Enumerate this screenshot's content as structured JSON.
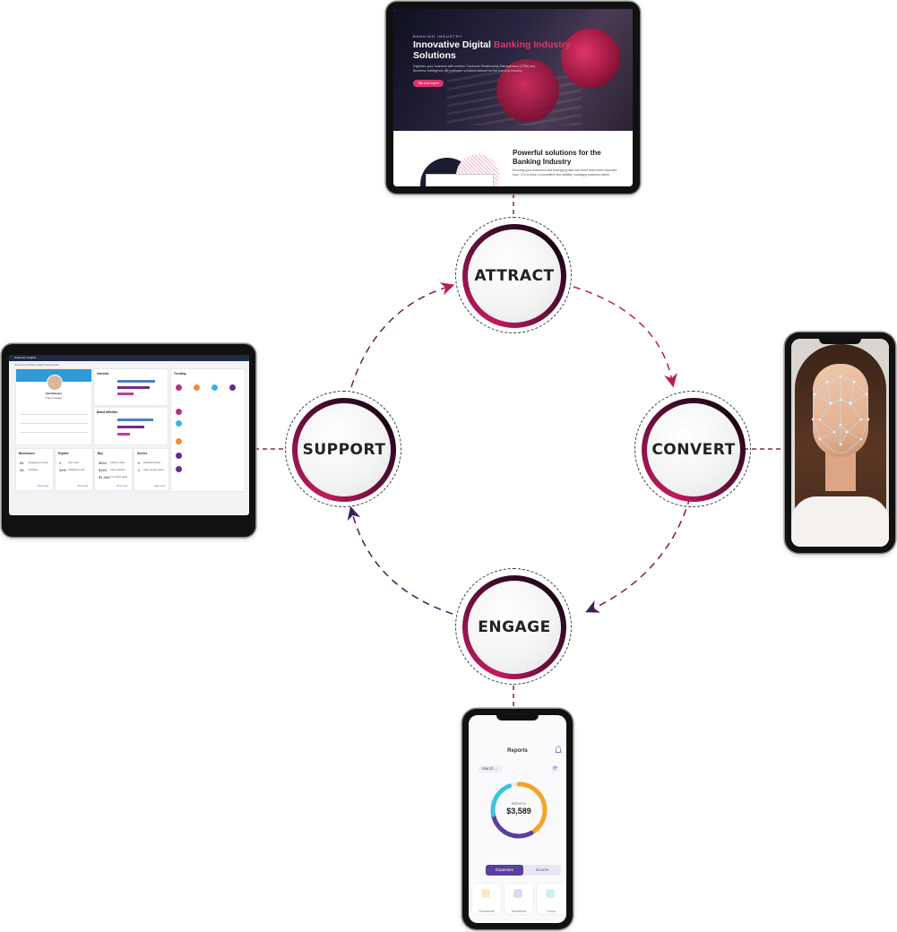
{
  "cycle": {
    "stages": [
      {
        "id": "attract",
        "label": "ATTRACT"
      },
      {
        "id": "convert",
        "label": "CONVERT"
      },
      {
        "id": "engage",
        "label": "ENGAGE"
      },
      {
        "id": "support",
        "label": "SUPPORT"
      }
    ],
    "colors": {
      "arrow_pink": "#c2185b",
      "arrow_purple": "#3a1f5c",
      "connector": "#7a2a55",
      "ring_dark": "#1a0514",
      "ring_accent": "#c2185b"
    }
  },
  "banking_site": {
    "kicker": "BANKING INDUSTRY",
    "title_part1": "Innovative Digital",
    "title_highlight": "Banking Industry",
    "title_part2": "Solutions",
    "description": "Digitalize your business with modern Customer Relationship Management (CRM) and Business Intelligence (BI) software solutions tailored for the banking industry.",
    "cta": "Talk to an expert",
    "section_heading": "Powerful solutions for the Banking Industry",
    "section_text": "Ensuring your customers and leveraging data has never been more important than - it is to keep a competitive and stability, managing business clients."
  },
  "dashboard": {
    "app_title": "Customer Insights",
    "tabs": "Overview   Activities   Insights   Data   Details",
    "profile_name": "Patti Melendez",
    "profile_role": "Project manager",
    "interests_title": "Interests",
    "brand_title": "Brand affinities",
    "trending_title": "Trending",
    "cards": [
      {
        "title": "Businesses",
        "values": [
          "84",
          "36"
        ],
        "labels": [
          "Engagement score",
          "Activities"
        ]
      },
      {
        "title": "Explore",
        "values": [
          "4",
          "44%"
        ],
        "labels": [
          "Open rate",
          "Satisfaction rate"
        ]
      },
      {
        "title": "Buy",
        "values": [
          "$544",
          "$163",
          "$1,464"
        ],
        "labels": [
          "Lifetime value",
          "Last purchase",
          "12 months value"
        ]
      },
      {
        "title": "Service",
        "values": [
          "0",
          "2"
        ],
        "labels": [
          "Escalated cases",
          "Open service cases"
        ]
      }
    ],
    "view_more": "View more"
  },
  "reports_app": {
    "title": "Reports",
    "month": "March",
    "balance_label": "Balance",
    "balance_value": "$3,589",
    "tab_expenses": "Expenses",
    "tab_income": "Income",
    "categories": [
      "Groceries",
      "Medicine",
      "Food"
    ],
    "donut_colors": [
      "#f5a32a",
      "#5a3f9c",
      "#3cc3e0"
    ]
  }
}
